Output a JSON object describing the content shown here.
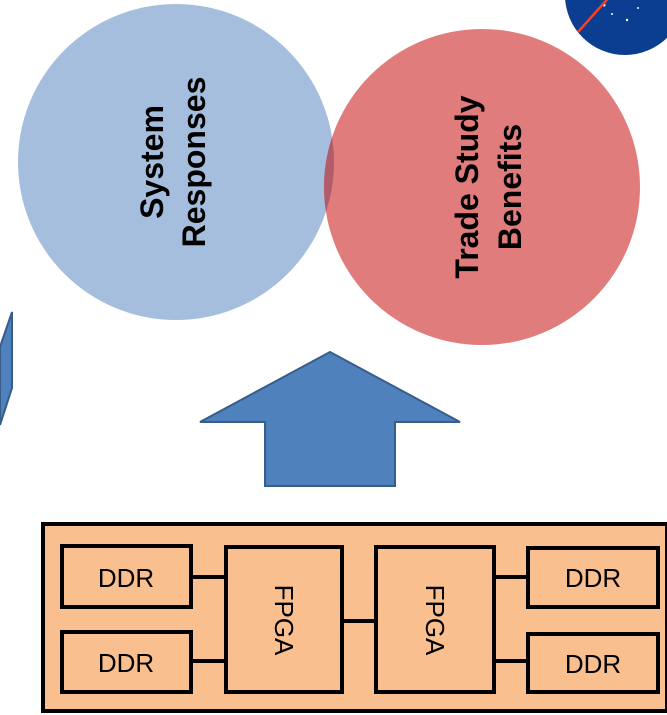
{
  "venn": {
    "left_circle_label_line1": "System",
    "left_circle_label_line2": "Responses",
    "right_circle_label_line1": "Trade Study",
    "right_circle_label_line2": "Benefits"
  },
  "hardware": {
    "ddr_top_left": "DDR",
    "ddr_bottom_left": "DDR",
    "fpga_left": "FPGA",
    "fpga_right": "FPGA",
    "ddr_top_right": "DDR",
    "ddr_bottom_right": "DDR"
  },
  "colors": {
    "left_circle": "#a6bedd",
    "right_circle": "#e07c7c",
    "overlap": "#b25c6b",
    "arrow_fill": "#4f81bd",
    "arrow_stroke": "#385d8a",
    "board_fill": "#f9bf8f",
    "board_stroke": "#000000",
    "logo_blue": "#0b3d91",
    "logo_red": "#fc3d21"
  }
}
